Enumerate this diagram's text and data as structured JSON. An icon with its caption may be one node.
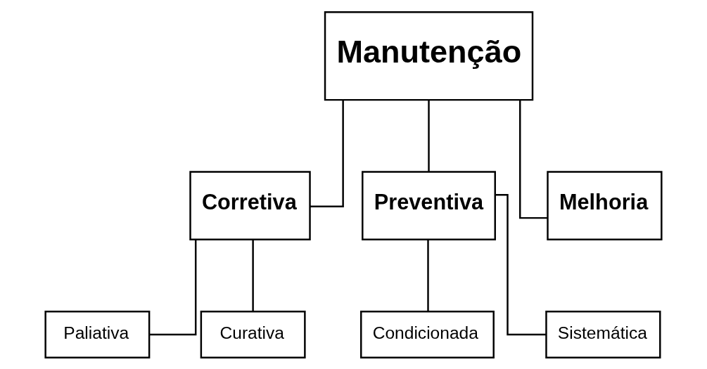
{
  "diagram": {
    "nodes": [
      {
        "text": [
          "Manutenção"
        ]
      },
      {
        "text": [
          "Corretiva"
        ]
      },
      {
        "text": [
          "Preventiva"
        ]
      },
      {
        "text": [
          "Melhoria"
        ]
      },
      {
        "text": [
          "Paliativa"
        ]
      },
      {
        "text": [
          "Curativa"
        ]
      },
      {
        "text": [
          "Condicionada"
        ]
      },
      {
        "text": [
          "Sistemática"
        ]
      }
    ],
    "edges": [
      {
        "from": 0,
        "to": 1,
        "arrow": "none"
      },
      {
        "from": 0,
        "to": 2,
        "arrow": "none"
      },
      {
        "from": 0,
        "to": 3,
        "arrow": "none"
      },
      {
        "from": 1,
        "to": 4,
        "arrow": "none"
      },
      {
        "from": 1,
        "to": 5,
        "arrow": "none"
      },
      {
        "from": 2,
        "to": 6,
        "arrow": "none"
      },
      {
        "from": 2,
        "to": 7,
        "arrow": "none"
      }
    ]
  }
}
